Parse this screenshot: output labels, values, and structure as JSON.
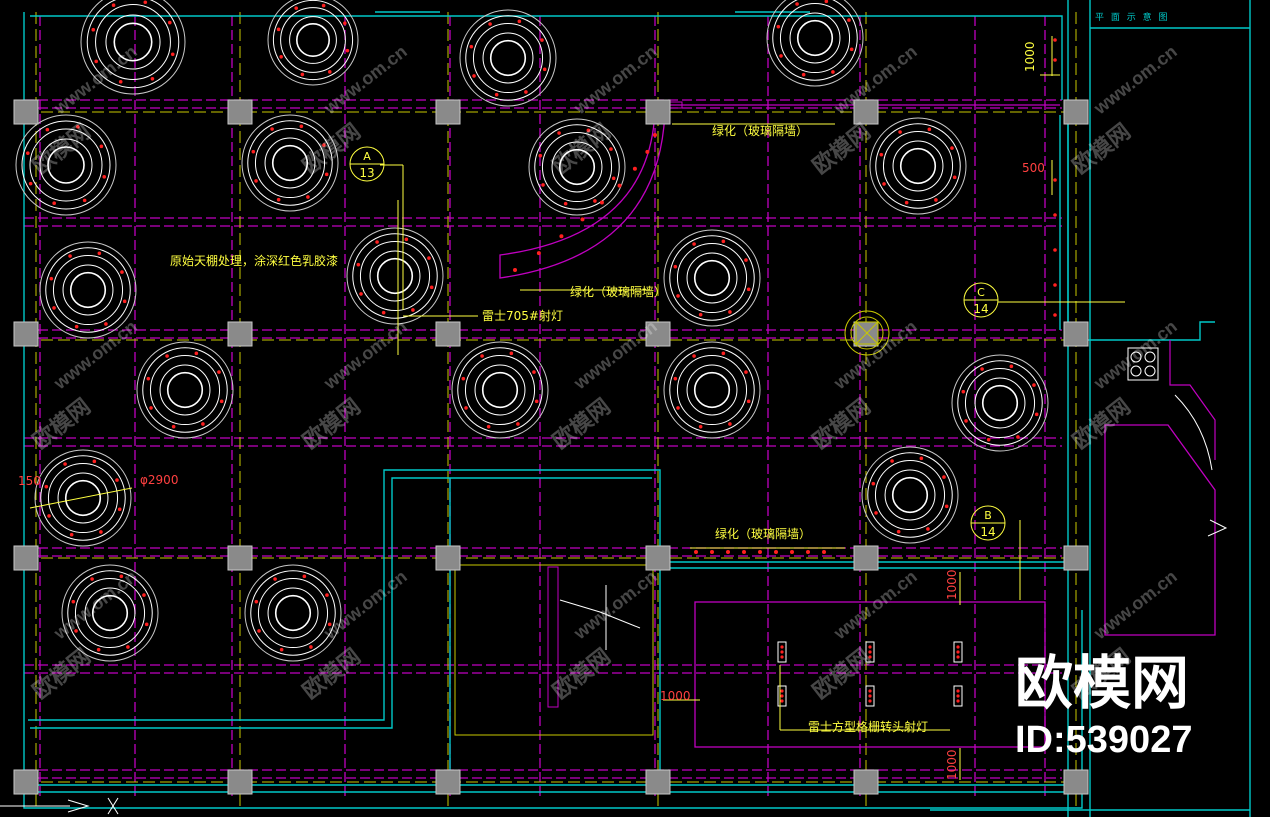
{
  "title_block": {
    "heading": "平 面 示 意 图"
  },
  "notes": {
    "ceiling_note": "原始天棚处理，涂深红色乳胶漆",
    "green_partition_1": "绿化（玻璃隔墙）",
    "green_partition_2": "绿化（玻璃隔墙）",
    "green_partition_3": "绿化（玻璃隔墙）",
    "spotlight_705": "雷士705#射灯",
    "grille_spotlight": "雷士方型格栅转头射灯"
  },
  "dimensions": {
    "d1000_top": "1000",
    "d500": "500",
    "d150": "150",
    "d2900": "φ2900",
    "d1000_mid": "1000",
    "d1000_bot": "1000",
    "d1000_right": "1000"
  },
  "callouts": [
    {
      "letter": "A",
      "sheet": "13"
    },
    {
      "letter": "C",
      "sheet": "14"
    },
    {
      "letter": "B",
      "sheet": "14"
    }
  ],
  "watermark": {
    "url_text": "www.om.cn",
    "brand_small": "欧模网",
    "brand_large": "欧模网",
    "id_text": "ID:539027"
  },
  "colors": {
    "background": "#000000",
    "wall": "#00c8c8",
    "grid_yellow": "#c8c800",
    "grid_magenta": "#c000c0",
    "circle_white": "#ffffff",
    "dot_red": "#ff2020",
    "column_gray": "#9a9a9a",
    "text_yellow": "#ffff40"
  }
}
